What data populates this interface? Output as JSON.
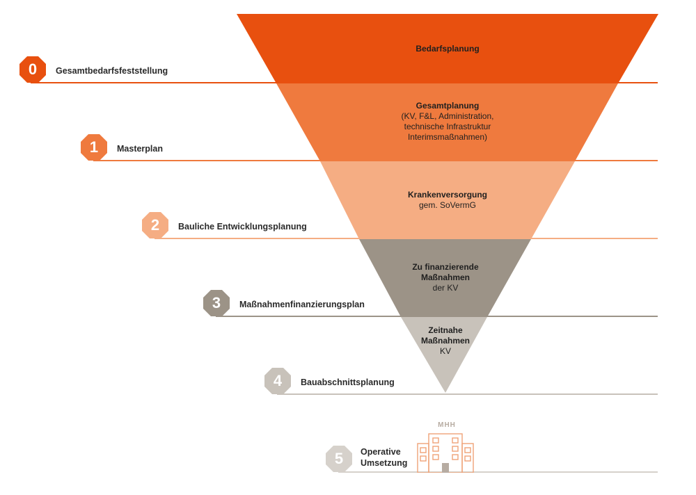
{
  "funnel": {
    "bands": [
      {
        "title": "Bedarfsplanung",
        "subtitle": "",
        "color": "#e8500f"
      },
      {
        "title": "Gesamtplanung",
        "subtitle": "(KV, F&L, Administration,\ntechnische Infrastruktur\nInterimsmaßnahmen)",
        "color": "#ef7a3e"
      },
      {
        "title": "Krankenversorgung",
        "subtitle": "gem. SoVermG",
        "color": "#f5ad83"
      },
      {
        "title": "Zu finanzierende\nMaßnahmen",
        "subtitle": "der KV",
        "color": "#9c9387"
      },
      {
        "title": "Zeitnahe\nMaßnahmen",
        "subtitle": "KV",
        "color": "#c8c2ba"
      }
    ]
  },
  "steps": [
    {
      "number": "0",
      "label": "Gesamtbedarfsfeststellung",
      "color": "#e8500f",
      "line_color": "#e8500f"
    },
    {
      "number": "1",
      "label": "Masterplan",
      "color": "#ef7a3e",
      "line_color": "#ef7a3e"
    },
    {
      "number": "2",
      "label": "Bauliche Entwicklungsplanung",
      "color": "#f5ad83",
      "line_color": "#f5ad83"
    },
    {
      "number": "3",
      "label": "Maßnahmenfinanzierungsplan",
      "color": "#9c9387",
      "line_color": "#9c9387"
    },
    {
      "number": "4",
      "label": "Bauabschnittsplanung",
      "color": "#c8c2ba",
      "line_color": "#c8c2ba"
    },
    {
      "number": "5",
      "label": "Operative\nUmsetzung",
      "color": "#d6d1cb",
      "line_color": "#d6d1cb"
    }
  ],
  "building": {
    "label": "MHH",
    "color": "#f0a277",
    "door_color": "#b7aca2"
  }
}
